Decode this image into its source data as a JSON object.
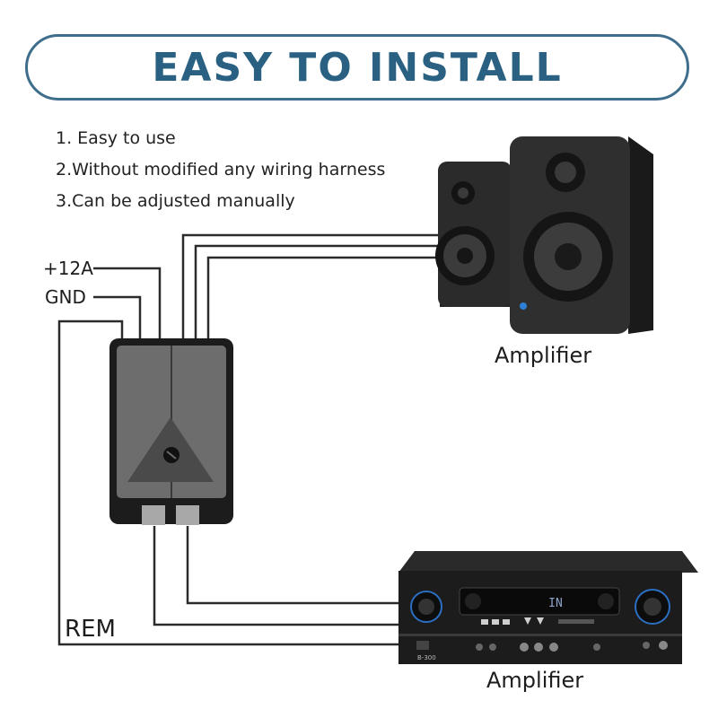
{
  "header": {
    "title": "EASY TO INSTALL"
  },
  "features": [
    "1. Easy to use",
    "2.Without modified any wiring harness",
    "3.Can be adjusted manually"
  ],
  "wires": {
    "power": "+12A",
    "ground": "GND",
    "remote": "REM"
  },
  "devices": {
    "speakers_label": "Amplifier",
    "receiver_label": "Amplifier",
    "receiver_display": "IN",
    "receiver_model": "B-300"
  },
  "colors": {
    "accent": "#2a6182",
    "border": "#3f6e8c",
    "wire": "#2b2b2b",
    "module": "#6a6a6a"
  }
}
